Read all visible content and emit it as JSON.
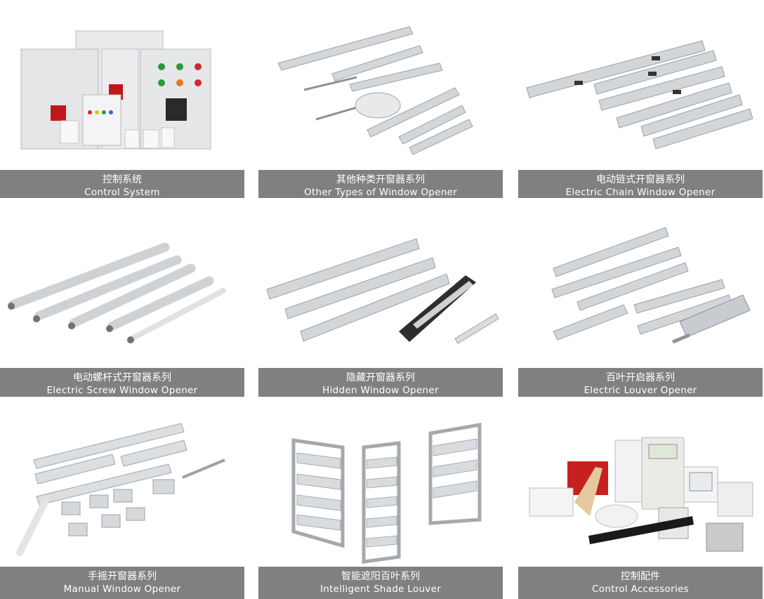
{
  "products": [
    {
      "zh": "控制系统",
      "en": "Control System",
      "icon": "control-panel-image"
    },
    {
      "zh": "其他种类开窗器系列",
      "en": "Other Types of Window Opener",
      "icon": "window-opener-image"
    },
    {
      "zh": "电动链式开窗器系列",
      "en": "Electric Chain Window Opener",
      "icon": "chain-opener-image"
    },
    {
      "zh": "电动螺杆式开窗器系列",
      "en": "Electric Screw Window Opener",
      "icon": "screw-opener-image"
    },
    {
      "zh": "隐藏开窗器系列",
      "en": "Hidden Window Opener",
      "icon": "hidden-opener-image"
    },
    {
      "zh": "百叶开启器系列",
      "en": "Electric Louver Opener",
      "icon": "louver-opener-image"
    },
    {
      "zh": "手摇开窗器系列",
      "en": "Manual Window Opener",
      "icon": "manual-opener-image"
    },
    {
      "zh": "智能遮阳百叶系列",
      "en": "Intelligent Shade Louver",
      "icon": "shade-louver-image"
    },
    {
      "zh": "控制配件",
      "en": "Control Accessories",
      "icon": "accessories-image"
    }
  ],
  "colors": {
    "caption_bg": "#808080",
    "caption_text": "#ffffff",
    "metal": "#c9ccd0"
  }
}
